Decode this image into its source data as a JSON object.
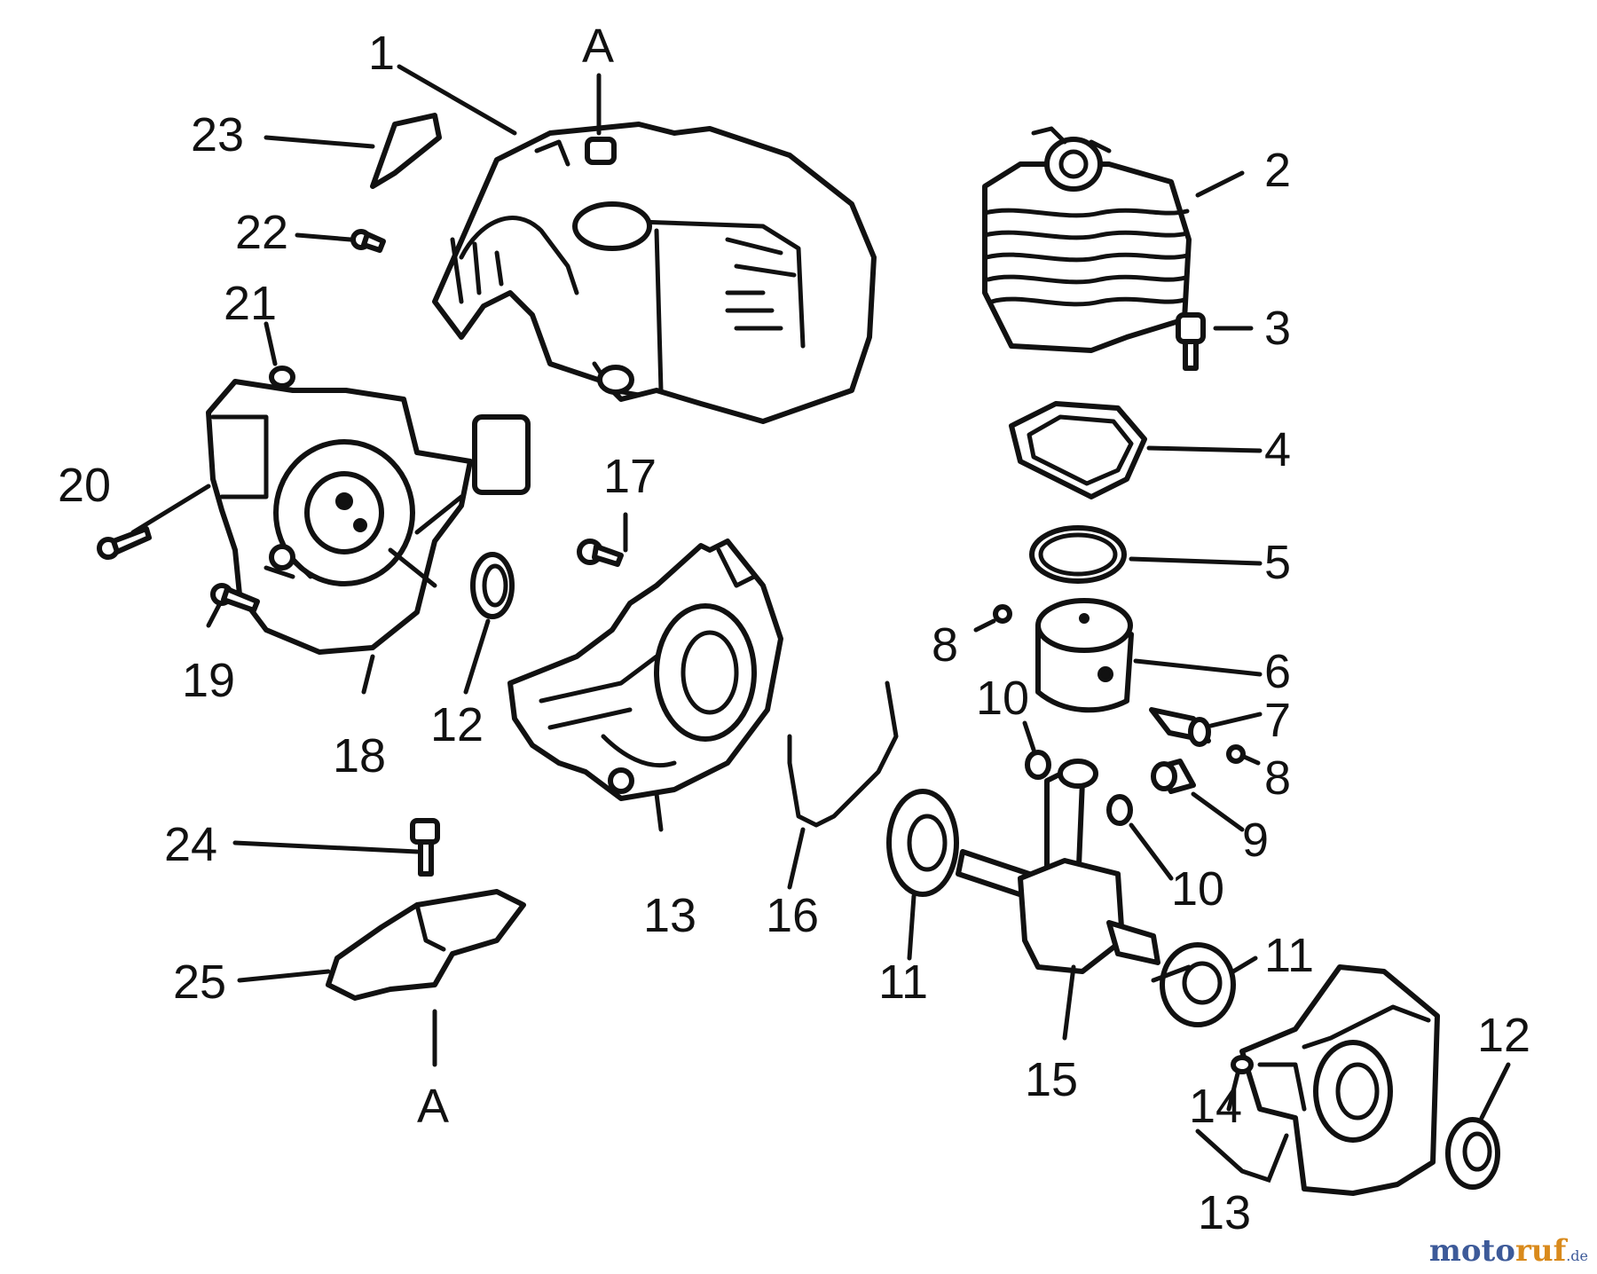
{
  "labels": {
    "p1": "1",
    "a_top": "A",
    "p23": "23",
    "p22": "22",
    "p21": "21",
    "p20": "20",
    "p19": "19",
    "p18": "18",
    "p12_left": "12",
    "p17": "17",
    "p13_mid": "13",
    "p24": "24",
    "p25": "25",
    "a_bottom": "A",
    "p16": "16",
    "p11_left": "11",
    "p15": "15",
    "p2": "2",
    "p3": "3",
    "p4": "4",
    "p5": "5",
    "p6": "6",
    "p7": "7",
    "p8_left": "8",
    "p8_right": "8",
    "p9": "9",
    "p10_left": "10",
    "p10_right": "10",
    "p11_right": "11",
    "p12_right": "12",
    "p14": "14",
    "p13_right": "13"
  },
  "watermark": {
    "part1": "moto",
    "part2": "ruf",
    "part3": ".de"
  }
}
